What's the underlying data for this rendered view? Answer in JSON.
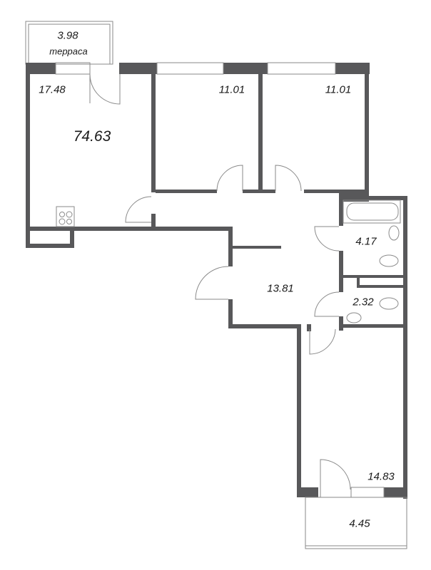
{
  "plan": {
    "total_area": "74.63",
    "colors": {
      "wall": "#58585a",
      "thin_line": "#8a8a8a",
      "text": "#1a1a1a",
      "background": "#ffffff"
    },
    "rooms": [
      {
        "id": "terrace",
        "area": "3.98",
        "name": "терраса"
      },
      {
        "id": "kitchen-living",
        "area": "17.48"
      },
      {
        "id": "bedroom-1",
        "area": "11.01"
      },
      {
        "id": "bedroom-2",
        "area": "11.01"
      },
      {
        "id": "bathroom",
        "area": "4.17"
      },
      {
        "id": "hallway",
        "area": "13.81"
      },
      {
        "id": "toilet",
        "area": "2.32"
      },
      {
        "id": "bedroom-3",
        "area": "14.83"
      },
      {
        "id": "balcony",
        "area": "4.45"
      }
    ]
  }
}
